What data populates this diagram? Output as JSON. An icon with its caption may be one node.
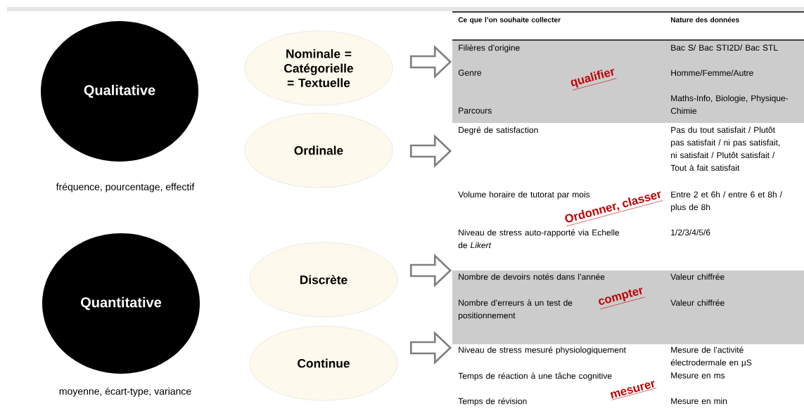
{
  "diagram": {
    "nodes": [
      {
        "text": [
          "Qualitative"
        ],
        "beside": [
          "fréquence, pourcentage, effectif"
        ]
      },
      {
        "text": [
          "Quantitative"
        ],
        "beside": [
          "moyenne, écart-type, variance"
        ]
      },
      {
        "text": [
          "Nominale = Catégorielle = Textuelle"
        ]
      },
      {
        "text": [
          "Ordinale"
        ]
      },
      {
        "text": [
          "Discrète"
        ]
      },
      {
        "text": [
          "Continue"
        ]
      }
    ],
    "edges": [
      {
        "from": 2,
        "to": null,
        "arrow": "to"
      },
      {
        "from": 3,
        "to": null,
        "arrow": "to"
      },
      {
        "from": 4,
        "to": null,
        "arrow": "to"
      },
      {
        "from": 5,
        "to": null,
        "arrow": "to"
      }
    ],
    "labels": [
      "Ce que l’on souhaite collecter",
      "Nature des données",
      "Filières d’origine",
      "Bac S/ Bac STI2D/ Bac STL",
      "Genre",
      "Homme/Femme/Autre",
      "Parcours",
      "Maths-Info, Biologie, Physique-Chimie",
      "Degré de satisfaction",
      "Pas du tout satisfait / Plutôt pas satisfait / ni pas satisfait, ni satisfait / Plutôt satisfait / Tout à fait satisfait",
      "Volume horaire de tutorat par mois",
      "Entre 2 et 6h / entre 6 et 8h / plus de 8h",
      "Niveau de stress auto-rapporté via Echelle de *Likert*",
      "1/2/3/4/5/6",
      "Nombre de devoirs notés dans l’année",
      "Valeur chiffrée",
      "Nombre d’erreurs à un test de positionnement",
      "Valeur chiffrée",
      "Niveau de stress mesuré physiologiquement",
      "Mesure de l’activité électrodermale en µS",
      "Temps de réaction à une tâche cognitive",
      "Mesure en ms",
      "Temps de révision",
      "Mesure en min",
      "qualifier",
      "Ordonner, classer",
      "compter",
      "mesurer"
    ]
  }
}
